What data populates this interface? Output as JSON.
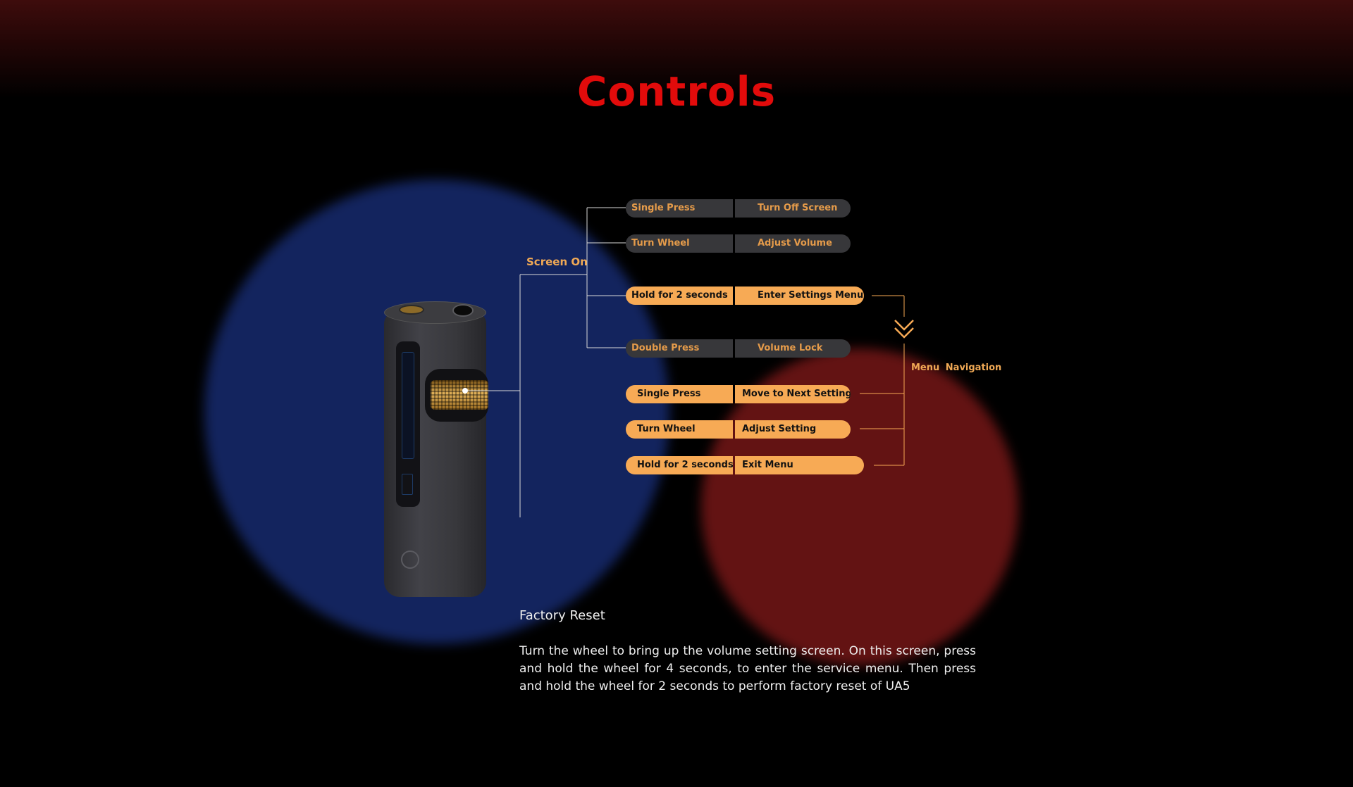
{
  "title": "Controls",
  "screen_on": {
    "label": "Screen On",
    "items": [
      {
        "action": "Single Press",
        "result": "Turn Off Screen"
      },
      {
        "action": "Turn Wheel",
        "result": "Adjust Volume"
      },
      {
        "action": "Hold for 2 seconds",
        "result": "Enter Settings Menu"
      },
      {
        "action": "Double Press",
        "result": "Volume Lock"
      }
    ]
  },
  "menu_navigation": {
    "label": "Menu  Navigation",
    "items": [
      {
        "action": "Single Press",
        "result": "Move to Next Setting"
      },
      {
        "action": "Turn Wheel",
        "result": "Adjust Setting"
      },
      {
        "action": "Hold for 2 seconds",
        "result": "Exit Menu"
      }
    ]
  },
  "factory_reset": {
    "title": "Factory Reset",
    "body": "Turn the wheel to bring up the volume setting screen. On this screen, press and hold the wheel for 4 seconds, to enter the service menu. Then press and hold the wheel for 2 seconds to perform factory reset of UA5"
  },
  "colors": {
    "title": "#e20b0b",
    "accent": "#f7aa55",
    "dark_pill": "#37373a",
    "blue_glow": "#13245e",
    "red_glow": "#631313"
  },
  "icons": {
    "arrow": "double-chevron-down-icon"
  }
}
